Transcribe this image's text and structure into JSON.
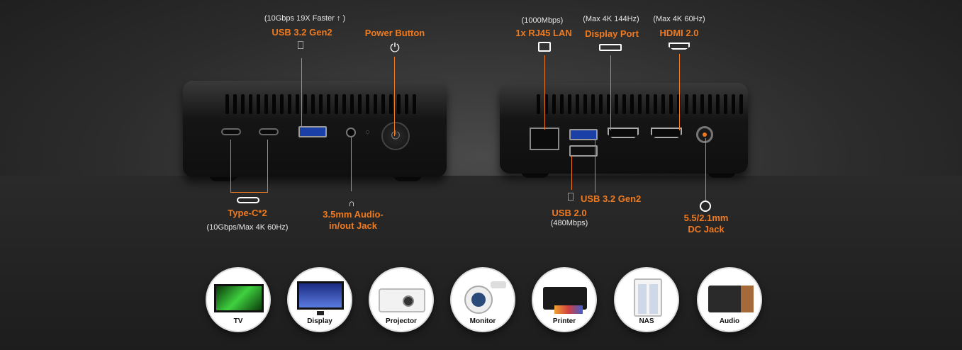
{
  "front_labels": {
    "usb32_sub": "(10Gbps  19X Faster ↑ )",
    "usb32": "USB 3.2 Gen2",
    "power": "Power Button",
    "typec": "Type-C*2",
    "typec_sub": "(10Gbps/Max 4K 60Hz)",
    "audio_l1": "3.5mm Audio-",
    "audio_l2": "in/out Jack"
  },
  "rear_labels": {
    "lan_sub": "(1000Mbps)",
    "lan": "1x RJ45 LAN",
    "dp_sub": "(Max 4K 144Hz)",
    "dp": "Display Port",
    "hdmi_sub": "(Max 4K 60Hz)",
    "hdmi": "HDMI 2.0",
    "usb32": "USB 3.2 Gen2",
    "usb20": "USB 2.0",
    "usb20_sub": "(480Mbps)",
    "dc_l1": "5.5/2.1mm",
    "dc_l2": "DC Jack"
  },
  "devices": [
    {
      "label": "TV"
    },
    {
      "label": "Display"
    },
    {
      "label": "Projector"
    },
    {
      "label": "Monitor"
    },
    {
      "label": "Printer"
    },
    {
      "label": "NAS"
    },
    {
      "label": "Audio"
    }
  ],
  "colors": {
    "accent": "#f07a1f",
    "usb3_blue": "#1a3fa6"
  },
  "icons": [
    "usb-icon",
    "power-icon",
    "usb-c-icon",
    "headphone-icon",
    "ethernet-icon",
    "displayport-icon",
    "hdmi-icon",
    "dc-jack-icon"
  ]
}
